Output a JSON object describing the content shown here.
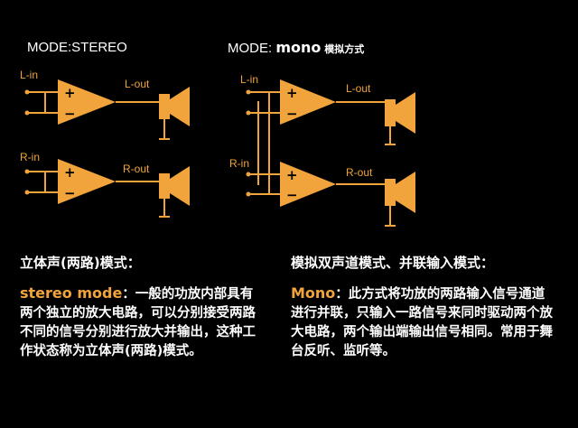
{
  "colors": {
    "background": "#000000",
    "accent": "#f2a43c",
    "text": "#ffffff"
  },
  "stereo": {
    "title": "MODE:STEREO",
    "l_in": "L-in",
    "l_out": "L-out",
    "r_in": "R-in",
    "r_out": "R-out",
    "plus": "+",
    "minus": "−",
    "heading": "立体声(两路)模式：",
    "keyword": "stereo mode",
    "body": "：一般的功放内部具有两个独立的放大电路，可以分别接受两路不同的信号分别进行放大并输出，这种工作状态称为立体声(两路)模式。"
  },
  "mono": {
    "title_prefix": "MODE: ",
    "title_main": "mono",
    "title_suffix": " 模拟方式",
    "l_in": "L-in",
    "l_out": "L-out",
    "r_in": "R-in",
    "r_out": "R-out",
    "plus": "+",
    "minus": "−",
    "heading": "模拟双声道模式、并联输入模式：",
    "keyword": "Mono",
    "body": "：此方式将功放的两路输入信号通道进行并联，只输入一路信号来同时驱动两个放大电路，两个输出端输出信号相同。常用于舞台反听、监听等。"
  }
}
